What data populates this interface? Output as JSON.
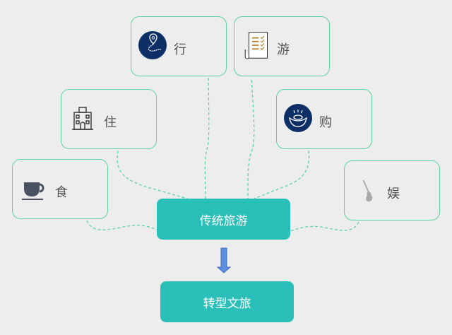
{
  "nodes": {
    "xing": "行",
    "you": "游",
    "zhu": "住",
    "gou": "购",
    "shi": "食",
    "yu": "娱"
  },
  "center": "传统旅游",
  "result": "转型文旅",
  "colors": {
    "teal": "#2bbfb9",
    "border": "#5dd3a0",
    "navy": "#0d2f66",
    "arrow": "#5b8fe0"
  }
}
